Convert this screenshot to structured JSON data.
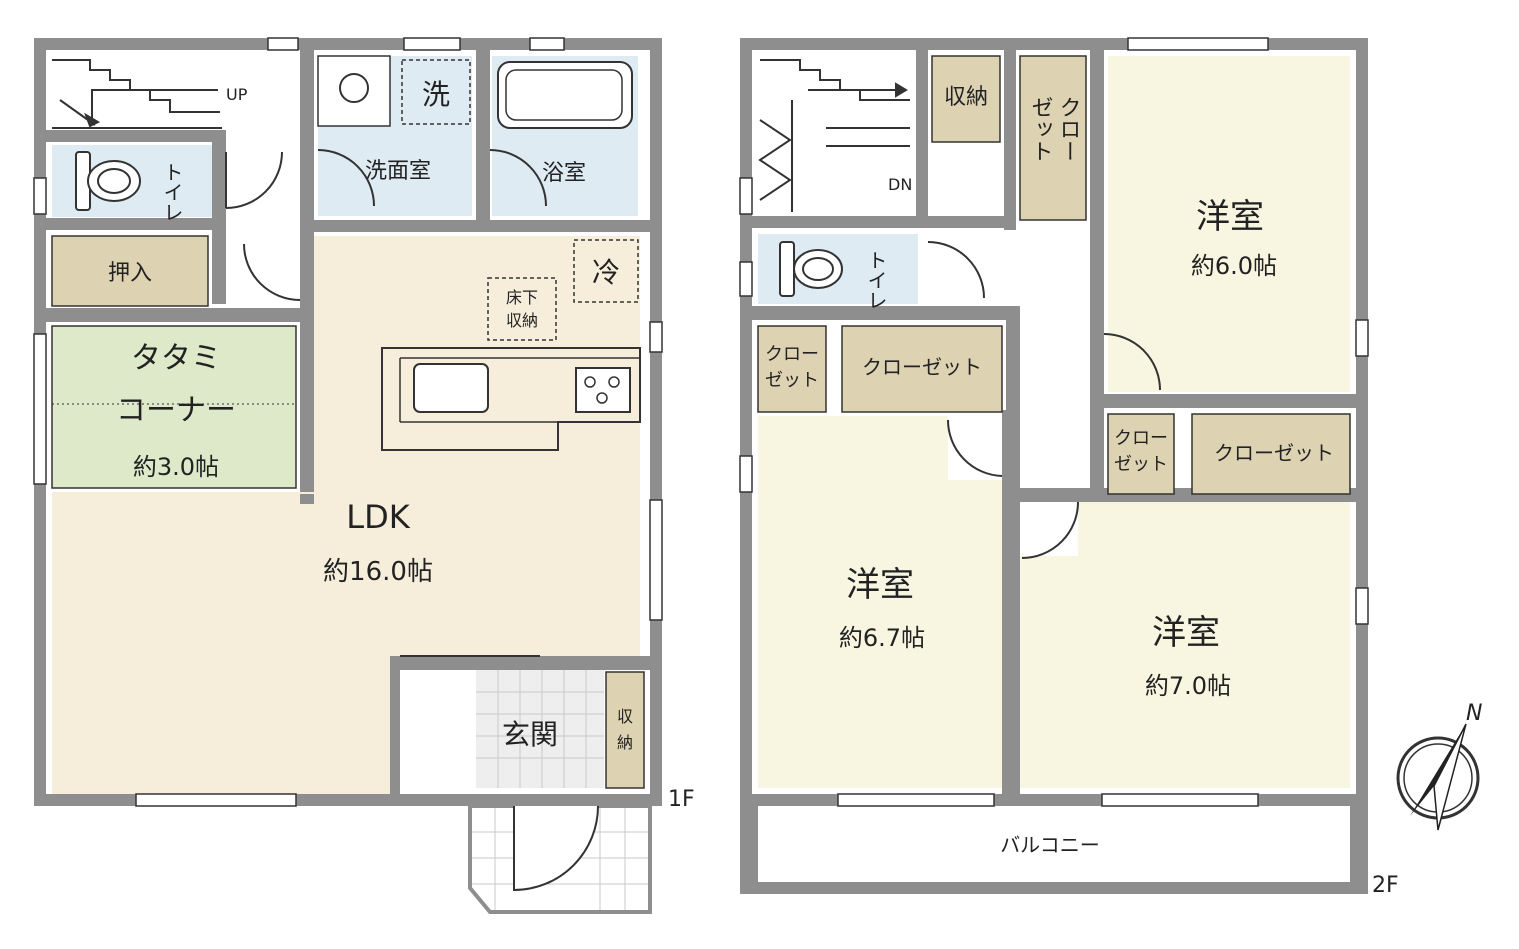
{
  "colors": {
    "wall": "#8e8e8e",
    "ldk": "#f6eedb",
    "tatami": "#dde9c9",
    "wet": "#deebf3",
    "storage": "#ddd2b2",
    "youshitsu": "#f8f5e1",
    "entrance_tile": "#eeeeee",
    "line": "#333333"
  },
  "floor1": {
    "floor_label": "1F",
    "stairs_label": "UP",
    "rooms": {
      "toilet": "トイレ",
      "oshiire": "押入",
      "tatami_line1": "タタミ",
      "tatami_line2": "コーナー",
      "tatami_size": "約3.0帖",
      "washroom": "洗面室",
      "washer": "洗",
      "bath": "浴室",
      "fridge": "冷",
      "underfloor_1": "床下",
      "underfloor_2": "収納",
      "ldk": "LDK",
      "ldk_size": "約16.0帖",
      "genkan": "玄関",
      "storage_1": "収",
      "storage_2": "納"
    }
  },
  "floor2": {
    "floor_label": "2F",
    "stairs_label": "DN",
    "rooms": {
      "storage": "収納",
      "closet_vert_1": "クロー",
      "closet_vert_2": "ゼット",
      "room_a": "洋室",
      "room_a_size": "約6.0帖",
      "toilet": "トイレ",
      "closet_small_1": "クロー",
      "closet_small_2": "ゼット",
      "closet_wide": "クローゼット",
      "closet_small_b1": "クロー",
      "closet_small_b2": "ゼット",
      "closet_wide_b": "クローゼット",
      "room_b": "洋室",
      "room_b_size": "約6.7帖",
      "room_c": "洋室",
      "room_c_size": "約7.0帖",
      "balcony": "バルコニー"
    }
  },
  "compass": {
    "north_label": "N"
  }
}
